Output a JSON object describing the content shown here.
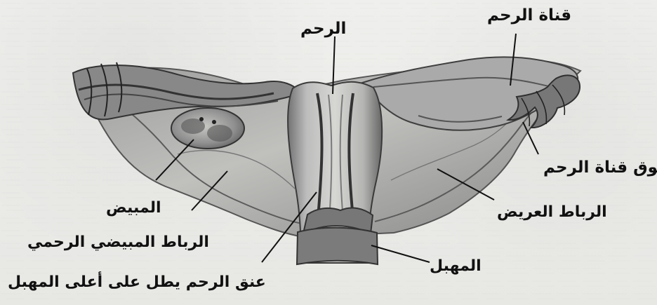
{
  "labels": {
    "uterus": "الرحم",
    "fallopian_tube": "قناة الرحم",
    "fimbriae": "بوق قناة الرحم",
    "broad_ligament": "الرباط العريض",
    "vagina": "المهبل",
    "cervix": "عنق الرحم يطل على أعلى المهبل",
    "ovarian_ligament": "الرباط المبيضي الرحمي",
    "ovary": "المبيض"
  },
  "colors": {
    "background": "#ececea",
    "ink": "#111111",
    "tissue_dark": "#555555",
    "tissue_mid": "#8a8a8a",
    "tissue_light": "#b8b8b8",
    "faint_text": "#c7c7c4"
  }
}
